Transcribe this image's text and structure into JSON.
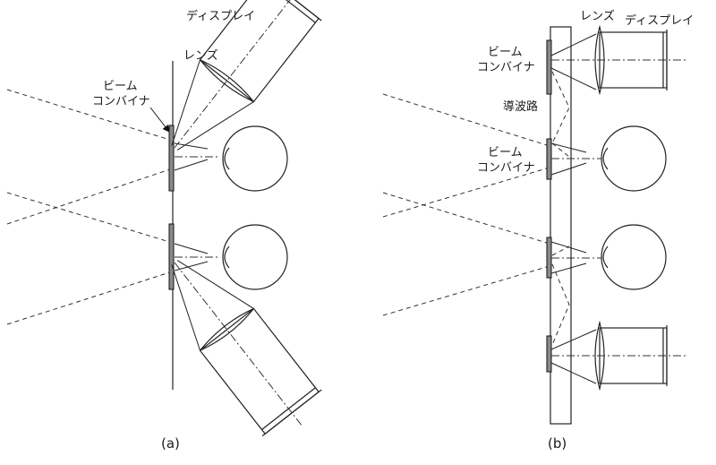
{
  "panel_a": {
    "caption": "(a)",
    "display_label": "ディスプレイ",
    "lens_label": "レンズ",
    "bc_label_line1": "ビーム",
    "bc_label_line2": "コンバイナ"
  },
  "panel_b": {
    "caption": "(b)",
    "lens_label": "レンズ",
    "display_label": "ディスプレイ",
    "bc_top_line1": "ビーム",
    "bc_top_line2": "コンバイナ",
    "waveguide_label": "導波路",
    "bc_mid_line1": "ビーム",
    "bc_mid_line2": "コンバイナ"
  }
}
